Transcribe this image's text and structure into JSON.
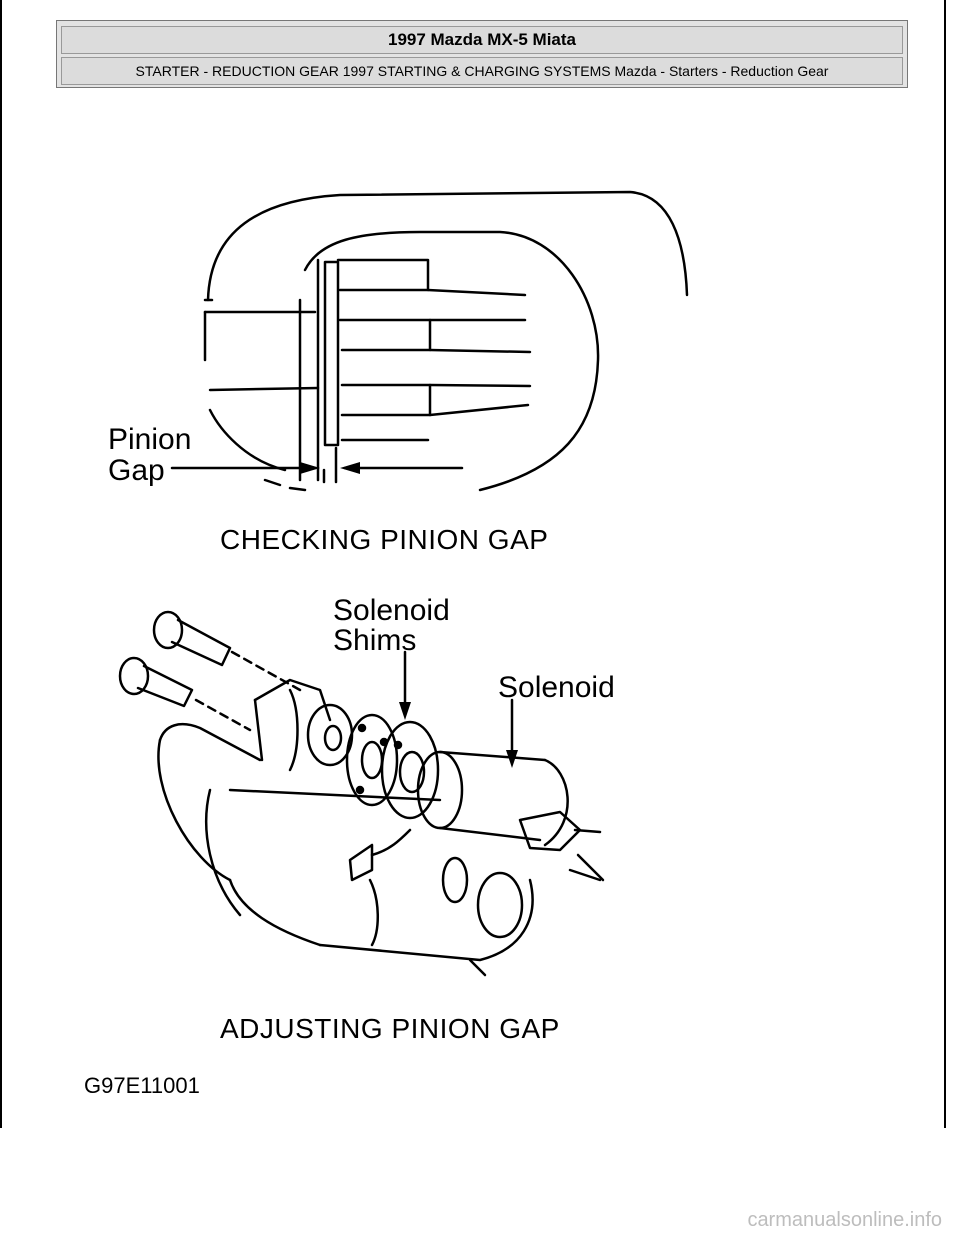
{
  "header": {
    "title": "1997 Mazda MX-5 Miata",
    "subtitle": "STARTER - REDUCTION GEAR 1997 STARTING & CHARGING SYSTEMS Mazda - Starters - Reduction Gear"
  },
  "figure_top": {
    "label_pinion": "Pinion",
    "label_gap": "Gap",
    "caption": "CHECKING PINION GAP"
  },
  "figure_bottom": {
    "label_shims_1": "Solenoid",
    "label_shims_2": "Shims",
    "label_solenoid": "Solenoid",
    "caption": "ADJUSTING PINION GAP"
  },
  "figure_id": "G97E11001",
  "watermark": "carmanualsonline.info"
}
